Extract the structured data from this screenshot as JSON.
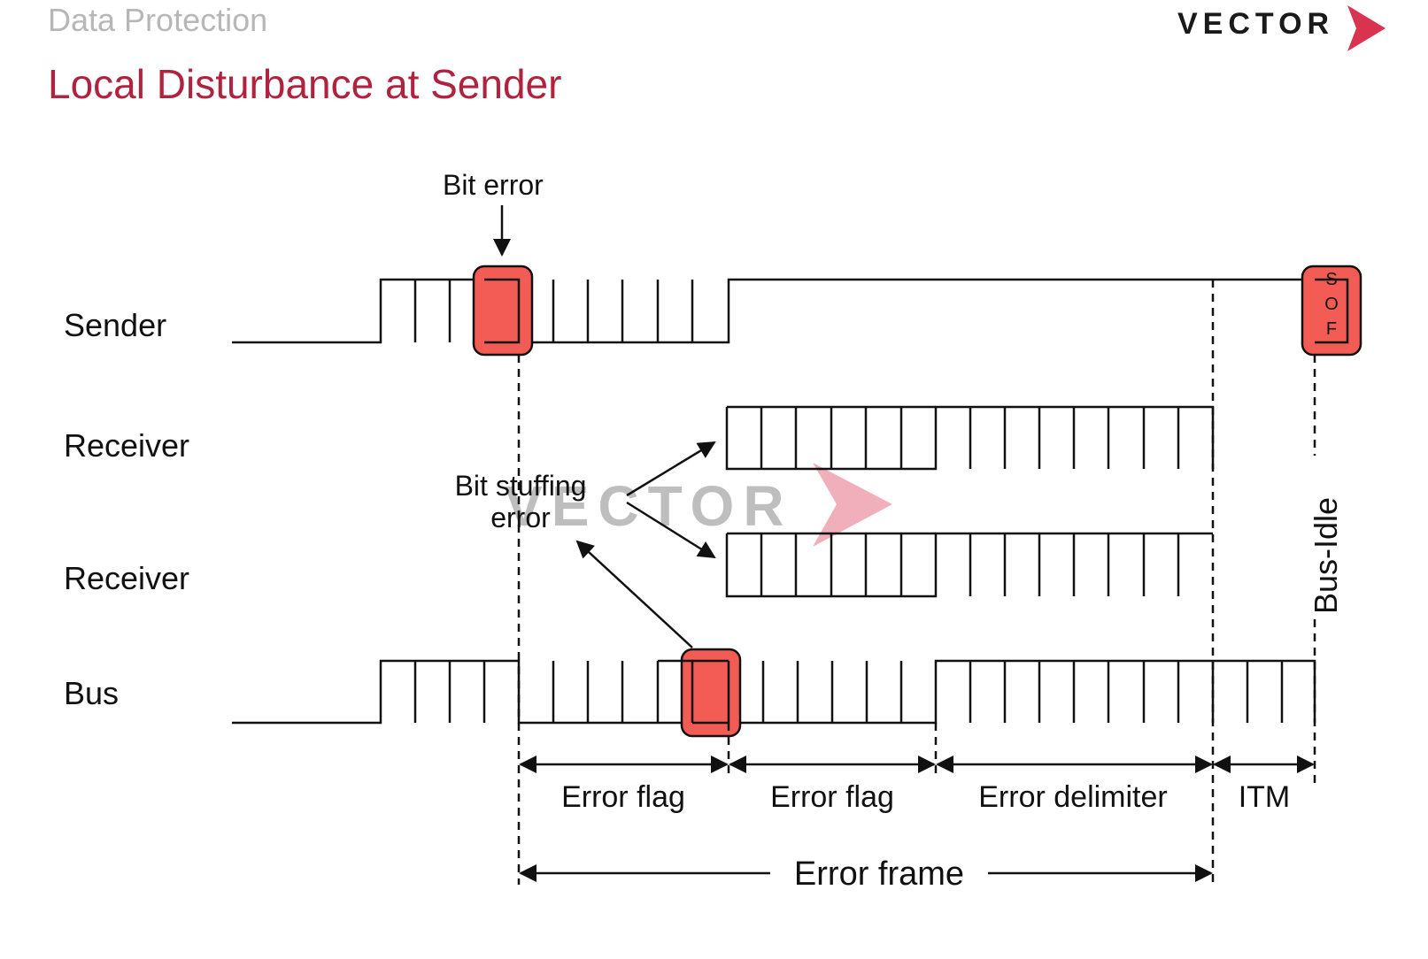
{
  "header": {
    "section": "Data Protection",
    "title": "Local Disturbance at Sender",
    "logo": "VECTOR"
  },
  "watermark": "VECTOR",
  "signals": {
    "sender": "Sender",
    "receiver1": "Receiver",
    "receiver2": "Receiver",
    "bus": "Bus"
  },
  "annotations": {
    "bit_error": "Bit error",
    "bit_stuffing_line1": "Bit stuffing",
    "bit_stuffing_line2": "error",
    "sof_s": "S",
    "sof_o": "O",
    "sof_f": "F",
    "bus_idle": "Bus-Idle"
  },
  "segments": {
    "error_flag_1": "Error flag",
    "error_flag_2": "Error flag",
    "error_delimiter": "Error delimiter",
    "itm": "ITM",
    "error_frame": "Error frame"
  },
  "colors": {
    "title": "#b0233f",
    "highlight_fill": "#f25c54",
    "line": "#111111",
    "logo_accent": "#d8344f"
  }
}
